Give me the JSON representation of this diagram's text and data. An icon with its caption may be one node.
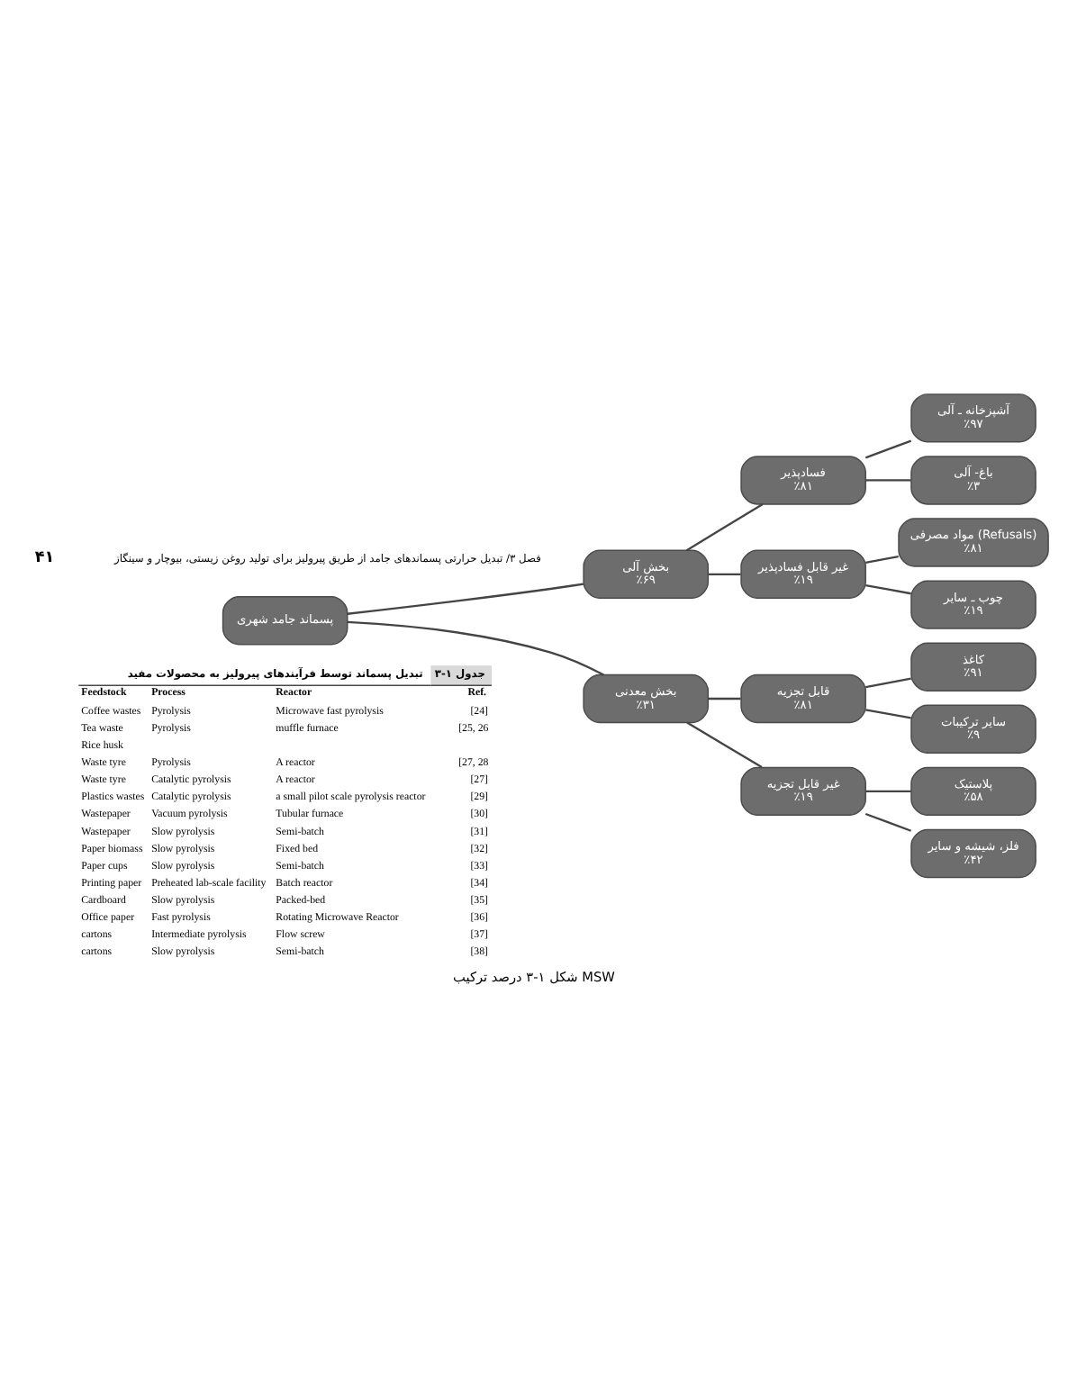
{
  "diagram": {
    "caption": "شکل ۱-۳ درصد ترکیب MSW",
    "nodes": [
      {
        "text": [
          "پسماند جامد شهری"
        ]
      },
      {
        "text": [
          "بخش آلی",
          "٪۶۹"
        ]
      },
      {
        "text": [
          "فسادپذیر",
          "٪۸۱"
        ]
      },
      {
        "text": [
          "آشپزخانه ـ آلی",
          "٪۹۷"
        ]
      },
      {
        "text": [
          "باغ- آلی",
          "٪۳"
        ]
      },
      {
        "text": [
          "غیر قابل فسادپذیر",
          "٪۱۹"
        ]
      },
      {
        "text": [
          "مواد مصرفی (Refusals)",
          "٪۸۱"
        ]
      },
      {
        "text": [
          "چوب ـ سایر",
          "٪۱۹"
        ]
      },
      {
        "text": [
          "بخش معدنی",
          "٪۳۱"
        ]
      },
      {
        "text": [
          "قابل تجزیه",
          "٪۸۱"
        ]
      },
      {
        "text": [
          "کاغذ",
          "٪۹۱"
        ]
      },
      {
        "text": [
          "سایر ترکیبات",
          "٪۹"
        ]
      },
      {
        "text": [
          "غیر قابل تجزیه",
          "٪۱۹"
        ]
      },
      {
        "text": [
          "پلاستیک",
          "٪۵۸"
        ]
      },
      {
        "text": [
          "فلز، شیشه و سایر",
          "٪۴۲"
        ]
      }
    ],
    "edges": [
      {
        "from": 0,
        "to": 1,
        "arrow": "none"
      },
      {
        "from": 1,
        "to": 2,
        "arrow": "none"
      },
      {
        "from": 2,
        "to": 3,
        "arrow": "none"
      },
      {
        "from": 2,
        "to": 4,
        "arrow": "none"
      },
      {
        "from": 1,
        "to": 5,
        "arrow": "none"
      },
      {
        "from": 5,
        "to": 6,
        "arrow": "none"
      },
      {
        "from": 5,
        "to": 7,
        "arrow": "none"
      },
      {
        "from": 0,
        "to": 8,
        "arrow": "none"
      },
      {
        "from": 8,
        "to": 9,
        "arrow": "none"
      },
      {
        "from": 9,
        "to": 10,
        "arrow": "none"
      },
      {
        "from": 9,
        "to": 11,
        "arrow": "none"
      },
      {
        "from": 8,
        "to": 12,
        "arrow": "none"
      },
      {
        "from": 12,
        "to": 13,
        "arrow": "none"
      },
      {
        "from": 12,
        "to": 14,
        "arrow": "none"
      }
    ],
    "labels": [
      "۴۱",
      "فصل ۳/ تبدیل حرارتی پسماندهای جامد از طریق پیرولیز برای تولید روغن زیستی، بیوچار و سینگاز",
      "تبدیل پسماند توسط فرآیندهای پیرولیز به محصولات مفید",
      "جدول ۱-۳",
      "Feedstock",
      "Process",
      "Reactor",
      "Ref.",
      "Coffee wastes",
      "Pyrolysis",
      "Microwave fast pyrolysis",
      "[24]",
      "Tea waste",
      "Pyrolysis",
      "muffle furnace",
      "[25, 26",
      "Rice husk",
      "Waste tyre",
      "Pyrolysis",
      "A reactor",
      "[27, 28",
      "Waste tyre",
      "Catalytic pyrolysis",
      "A reactor",
      "[27]",
      "Plastics wastes",
      "Catalytic pyrolysis",
      "a small pilot scale pyrolysis reactor",
      "[29]",
      "Wastepaper",
      "Vacuum pyrolysis",
      "Tubular furnace",
      "[30]",
      "Wastepaper",
      "Slow pyrolysis",
      "Semi-batch",
      "[31]",
      "Paper biomass",
      "Slow pyrolysis",
      "Fixed bed",
      "[32]",
      "Paper cups",
      "Slow pyrolysis",
      "Semi-batch",
      "[33]",
      "Printing paper",
      "Preheated lab-scale facility",
      "Batch reactor",
      "[34]",
      "Cardboard",
      "Slow pyrolysis",
      "Packed-bed",
      "[35]",
      "Office paper",
      "Fast pyrolysis",
      "Rotating Microwave Reactor",
      "[36]",
      "cartons",
      "Intermediate pyrolysis",
      "Flow screw",
      "[37]",
      "cartons",
      "Slow pyrolysis",
      "Semi-batch",
      "[38]"
    ]
  }
}
